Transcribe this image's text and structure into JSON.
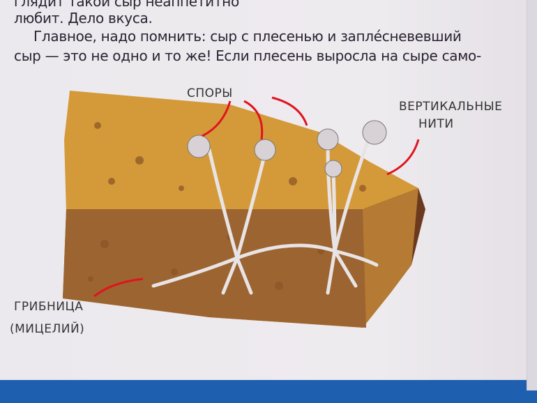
{
  "text": {
    "line0": "глядит такой сыр неаппетитно",
    "line1": "любит. Дело вкуса.",
    "line2": "Главное, надо помнить: сыр с плесенью и заплéсневевший",
    "line3": "сыр — это не одно и то же! Если плесень выросла на сыре само-"
  },
  "labels": {
    "spores": "СПОРЫ",
    "vertical_1": "ВЕРТИКАЛЬНЫЕ",
    "vertical_2": "НИТИ",
    "mycelium_1": "ГРИБНИЦА",
    "mycelium_2": "(МИЦЕЛИЙ)"
  },
  "colors": {
    "arrow": "#e0141e",
    "cheese": "#d49a3a",
    "crust": "#6b3a1e",
    "background": "#1f5fb0"
  }
}
